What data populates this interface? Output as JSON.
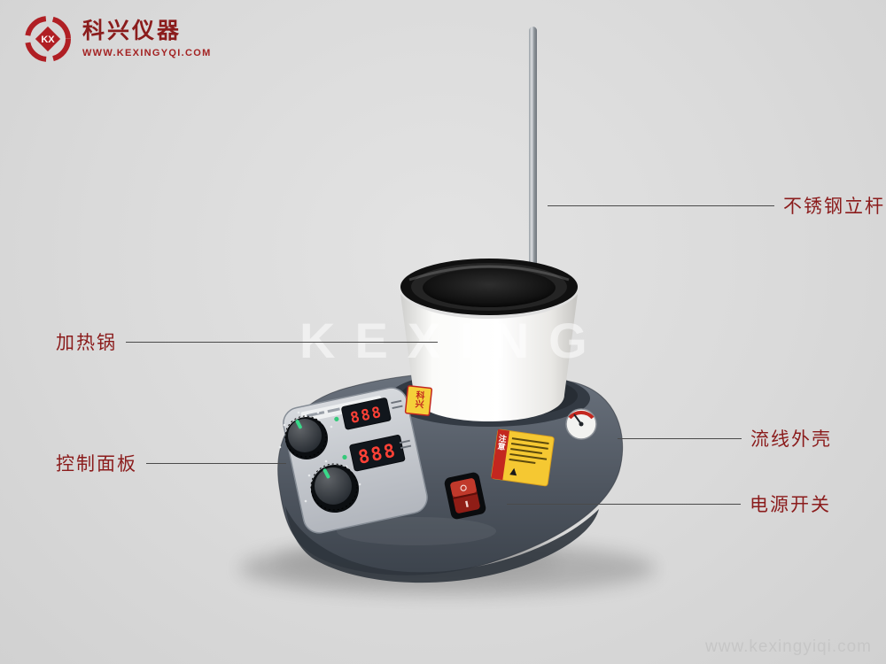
{
  "brand": {
    "name": "科兴仪器",
    "website": "WWW.KEXINGYQI.COM",
    "monogram": "KX"
  },
  "watermarks": {
    "center": "KEXING",
    "bottom_right": "www.kexingyiqi.com"
  },
  "callouts": [
    {
      "id": "rod",
      "text": "不锈钢立杆"
    },
    {
      "id": "pot",
      "text": "加热锅"
    },
    {
      "id": "shell",
      "text": "流线外壳"
    },
    {
      "id": "panel",
      "text": "控制面板"
    },
    {
      "id": "switch",
      "text": "电源开关"
    }
  ],
  "device": {
    "display_top": "888",
    "display_bottom": "888",
    "warning_text": "注意",
    "pot_sticker_text": "科兴"
  },
  "colors": {
    "background": "#dadada",
    "callout_text": "#8b1c1c",
    "logo_red": "#b01f24",
    "digit_red": "#ff4136",
    "warning_yellow": "#f5c832",
    "switch_red": "#b3261e",
    "housing_gray": "#4a515b",
    "pot_white": "#ffffff"
  }
}
